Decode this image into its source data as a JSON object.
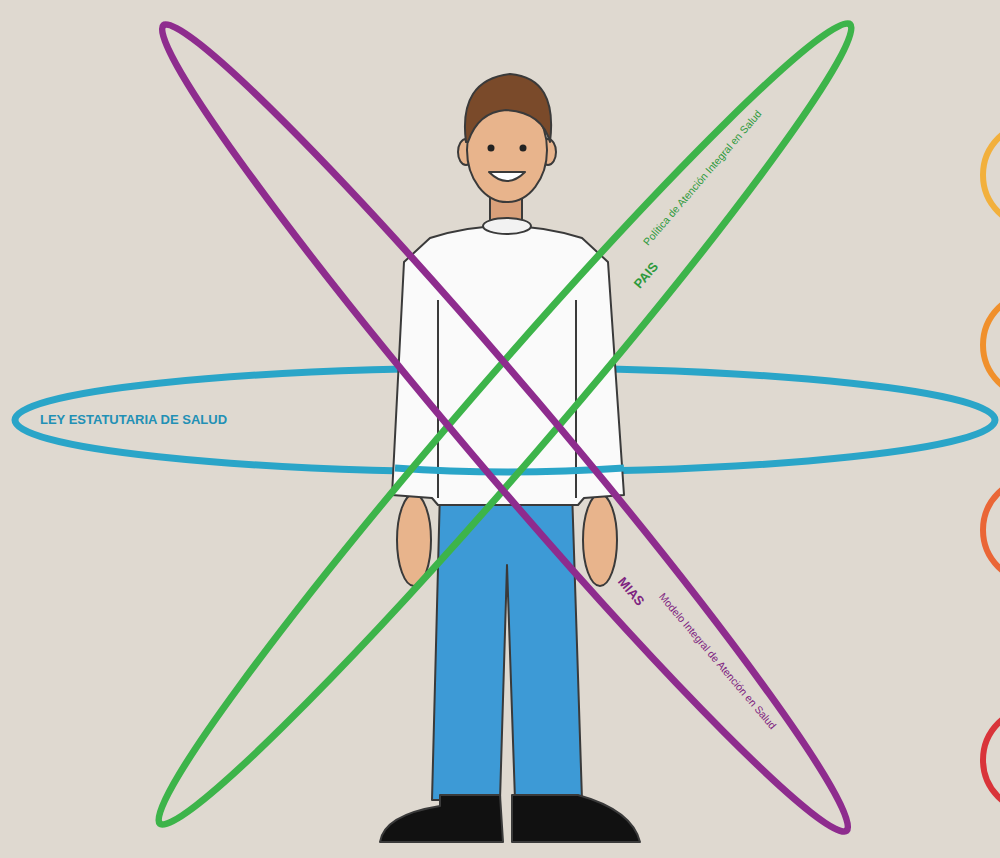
{
  "diagram": {
    "labels": [
      "LEY ESTATUTARIA DE SALUD",
      "Política de Atención Integral en Salud",
      "PAIS",
      "Modelo Integral de Atención en Salud",
      "MIAS"
    ]
  }
}
